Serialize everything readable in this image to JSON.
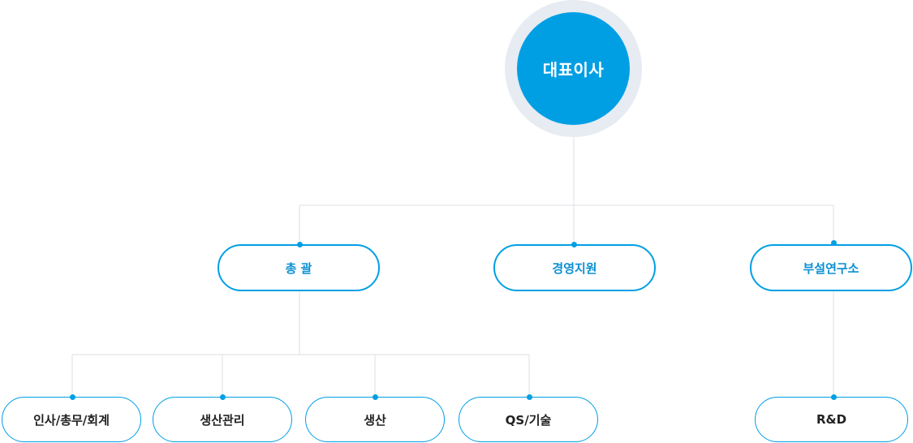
{
  "ceo": {
    "label": "대표이사"
  },
  "level2": [
    {
      "label": "총 괄"
    },
    {
      "label": "경영지원"
    },
    {
      "label": "부설연구소"
    }
  ],
  "level3": [
    {
      "label": "인사/총무/회계"
    },
    {
      "label": "생산관리"
    },
    {
      "label": "생산"
    },
    {
      "label": "QS/기술"
    },
    {
      "label": "R&D"
    }
  ],
  "colors": {
    "accent": "#009fe4",
    "ring": "#e7ebf2",
    "line": "#dcdfe5"
  }
}
